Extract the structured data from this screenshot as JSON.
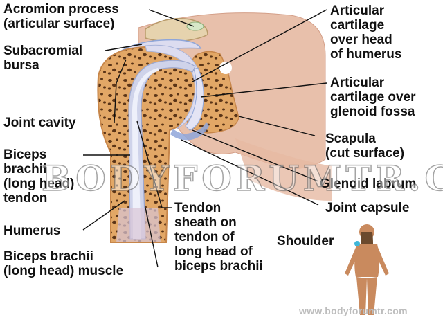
{
  "labels": {
    "acromion": "Acromion process\n(articular surface)",
    "subacromial": "Subacromial\nbursa",
    "joint_cavity": "Joint cavity",
    "biceps_tendon": "Biceps\nbrachii\n(long head)\ntendon",
    "humerus": "Humerus",
    "biceps_muscle": "Biceps brachii\n(long head) muscle",
    "tendon_sheath": "Tendon\nsheath on\ntendon of\nlong head of\nbiceps brachii",
    "cartilage_humerus": "Articular\ncartilage\nover head\nof humerus",
    "cartilage_glenoid": "Articular\ncartilage over\nglenoid fossa",
    "scapula": "Scapula\n(cut surface)",
    "glenoid_labrum": "Glenoid labrum",
    "joint_capsule": "Joint capsule",
    "shoulder": "Shoulder"
  },
  "watermark": "BODYFORUMTR.COM",
  "footer_url": "www.bodyforumtr.com",
  "colors": {
    "bone": "#e2a766",
    "bone_edge": "#c7864a",
    "spongy": "#5a3417",
    "muscle": "#e8c0ab",
    "muscle_dark": "#d49f88",
    "cartilage": "#dcdcf0",
    "tendon": "#cfd3ea",
    "capsule": "#8fa6d9",
    "skin": "#c98a5e"
  }
}
